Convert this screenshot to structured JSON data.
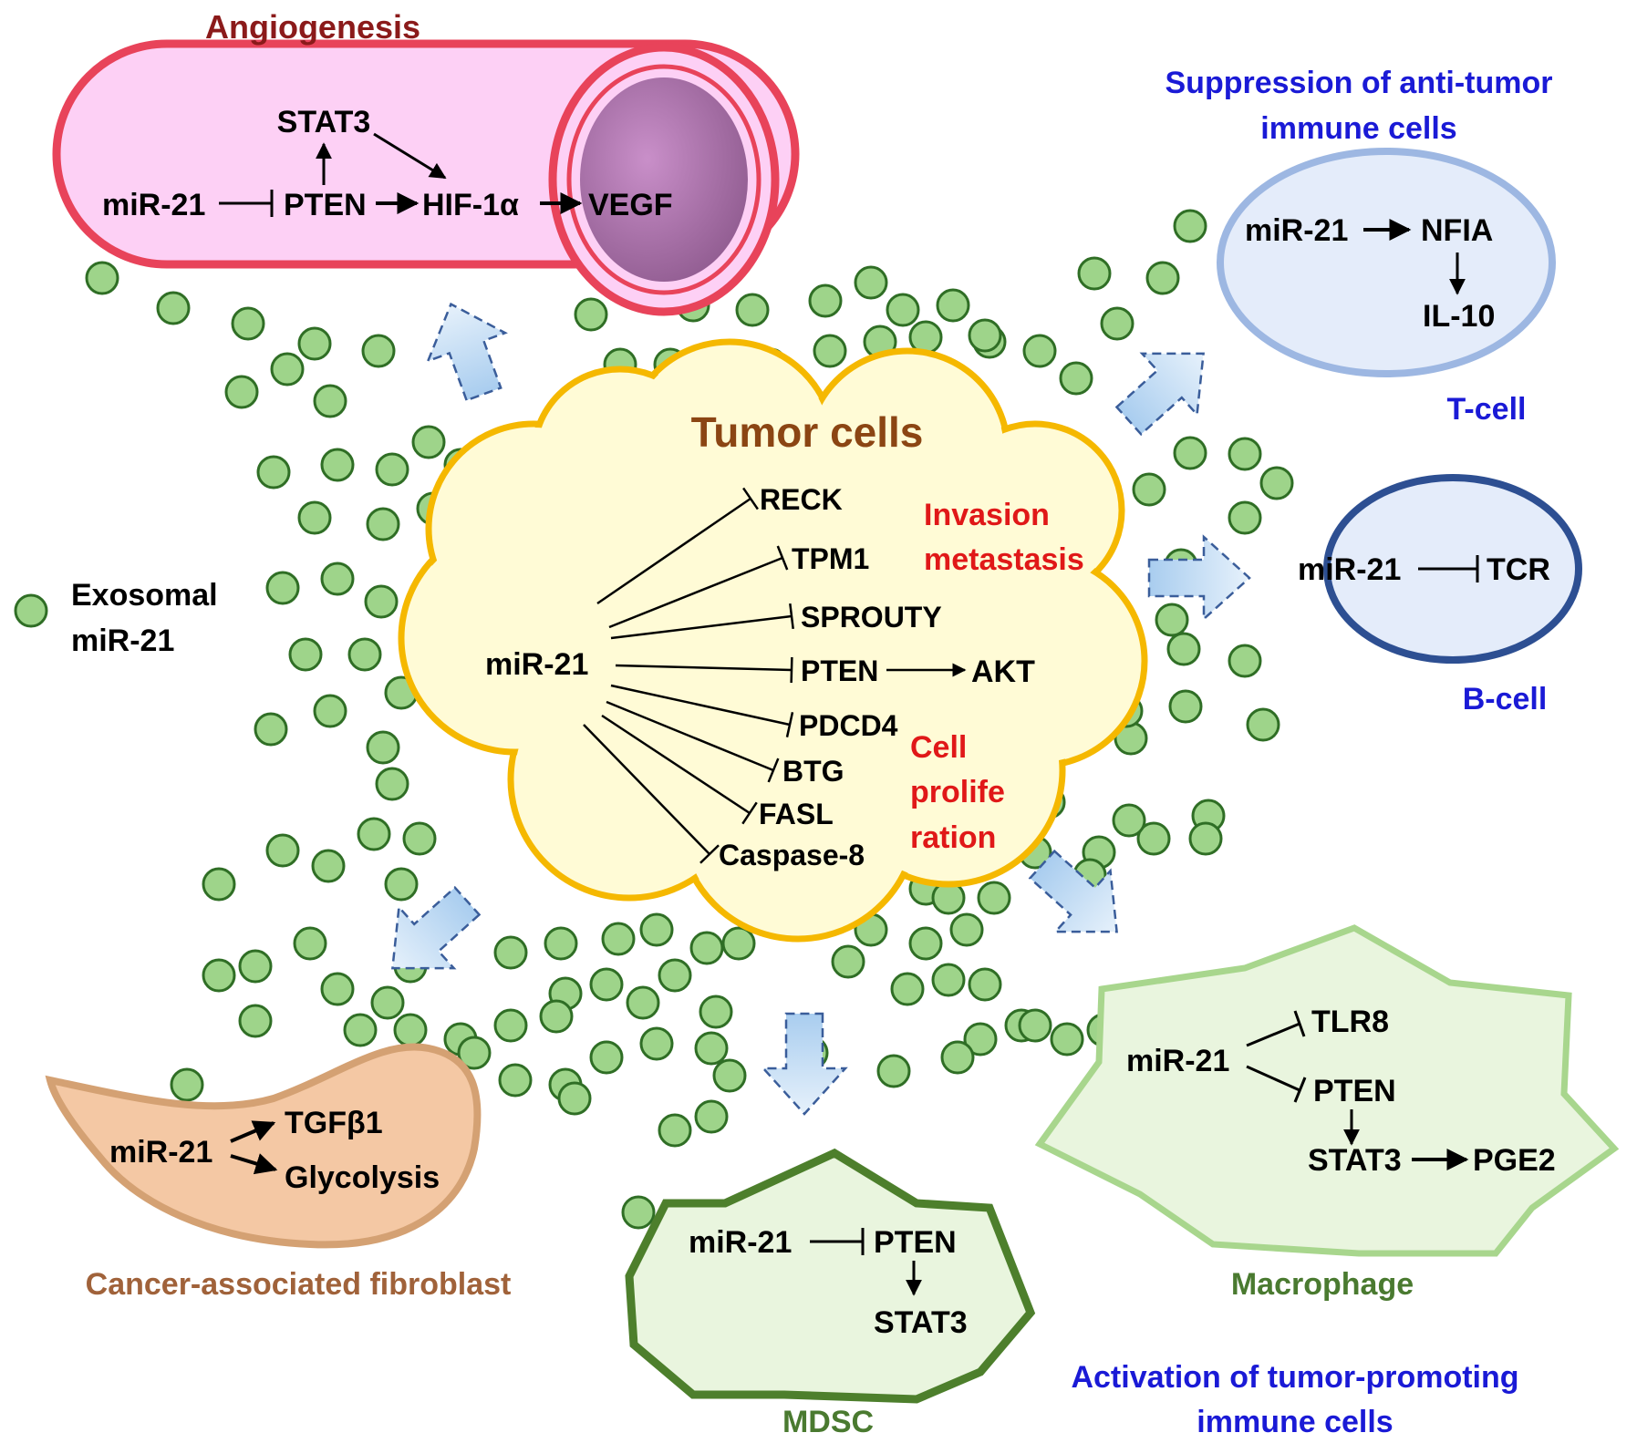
{
  "angiogenesis": {
    "title": "Angiogenesis",
    "stat3": "STAT3",
    "mir": "miR-21",
    "pten": "PTEN",
    "hif": "HIF-1α",
    "vegf": "VEGF",
    "title_color": "#8b1a1a"
  },
  "tcell": {
    "heading_line1": "Suppression of anti-tumor",
    "heading_line2": "immune cells",
    "mir": "miR-21",
    "nfia": "NFIA",
    "il10": "IL-10",
    "label": "T-cell"
  },
  "bcell": {
    "mir": "miR-21",
    "tcr": "TCR",
    "label": "B-cell"
  },
  "tumor": {
    "title": "Tumor cells",
    "mir": "miR-21",
    "targets": [
      "RECK",
      "TPM1",
      "SPROUTY",
      "PTEN",
      "PDCD4",
      "BTG",
      "FASL",
      "Caspase-8"
    ],
    "akt": "AKT",
    "invasion_line1": "Invasion",
    "invasion_line2": "metastasis",
    "prolif_line1": "Cell",
    "prolif_line2": "prolife",
    "prolif_line3": "ration"
  },
  "legend": {
    "line1": "Exosomal",
    "line2": "miR-21"
  },
  "caf": {
    "mir": "miR-21",
    "tgfb": "TGFβ1",
    "glyco": "Glycolysis",
    "label": "Cancer-associated fibroblast"
  },
  "mdsc": {
    "mir": "miR-21",
    "pten": "PTEN",
    "stat3": "STAT3",
    "label": "MDSC"
  },
  "macrophage": {
    "mir": "miR-21",
    "tlr8": "TLR8",
    "pten": "PTEN",
    "stat3": "STAT3",
    "pge2": "PGE2",
    "label": "Macrophage"
  },
  "activation": {
    "line1": "Activation of tumor-promoting",
    "line2": "immune cells"
  },
  "colors": {
    "heading_blue": "#1a1ad6",
    "red_text": "#e01818",
    "tumor_title": "#8b4513",
    "caf_label": "#a0623a",
    "green_label": "#4a7a30",
    "exosome_fill": "#9ed48a",
    "exosome_stroke": "#2f6e25"
  }
}
